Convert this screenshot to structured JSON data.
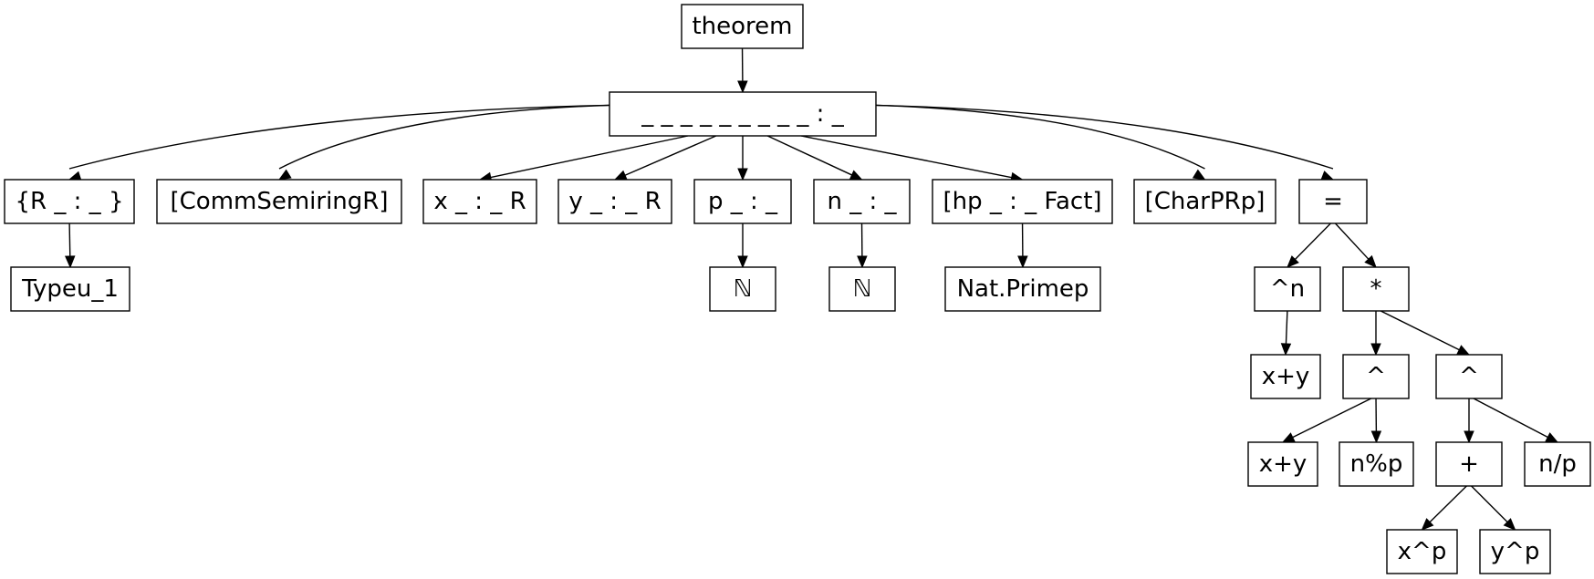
{
  "diagram": {
    "type": "tree",
    "nodes": [
      {
        "id": "theorem",
        "label": "theorem"
      },
      {
        "id": "binder",
        "label": "_ _ _ _ _ _ _ _ _ : _"
      },
      {
        "id": "R",
        "label": "{R _ : _ }"
      },
      {
        "id": "comm",
        "label": "[CommSemiringR]"
      },
      {
        "id": "x",
        "label": "x _ : _ R"
      },
      {
        "id": "y",
        "label": "y _ : _ R"
      },
      {
        "id": "p",
        "label": "p _ : _"
      },
      {
        "id": "n",
        "label": "n _ : _"
      },
      {
        "id": "hp",
        "label": "[hp _ : _ Fact]"
      },
      {
        "id": "charp",
        "label": "[CharPRp]"
      },
      {
        "id": "eq",
        "label": "="
      },
      {
        "id": "typeu",
        "label": "Typeu_1"
      },
      {
        "id": "natp",
        "label": "ℕ"
      },
      {
        "id": "natn",
        "label": "ℕ"
      },
      {
        "id": "prime",
        "label": "Nat.Primep"
      },
      {
        "id": "pown",
        "label": "^n"
      },
      {
        "id": "mul",
        "label": "*"
      },
      {
        "id": "xy1",
        "label": "x+y"
      },
      {
        "id": "pow1",
        "label": "^"
      },
      {
        "id": "pow2",
        "label": "^"
      },
      {
        "id": "xy2",
        "label": "x+y"
      },
      {
        "id": "nmodp",
        "label": "n%p"
      },
      {
        "id": "plus",
        "label": "+"
      },
      {
        "id": "ndivp",
        "label": "n/p"
      },
      {
        "id": "xp",
        "label": "x^p"
      },
      {
        "id": "yp",
        "label": "y^p"
      }
    ],
    "edges": [
      [
        "theorem",
        "binder"
      ],
      [
        "binder",
        "R"
      ],
      [
        "binder",
        "comm"
      ],
      [
        "binder",
        "x"
      ],
      [
        "binder",
        "y"
      ],
      [
        "binder",
        "p"
      ],
      [
        "binder",
        "n"
      ],
      [
        "binder",
        "hp"
      ],
      [
        "binder",
        "charp"
      ],
      [
        "binder",
        "eq"
      ],
      [
        "R",
        "typeu"
      ],
      [
        "p",
        "natp"
      ],
      [
        "n",
        "natn"
      ],
      [
        "hp",
        "prime"
      ],
      [
        "eq",
        "pown"
      ],
      [
        "eq",
        "mul"
      ],
      [
        "pown",
        "xy1"
      ],
      [
        "mul",
        "pow1"
      ],
      [
        "mul",
        "pow2"
      ],
      [
        "pow1",
        "xy2"
      ],
      [
        "pow1",
        "nmodp"
      ],
      [
        "pow2",
        "plus"
      ],
      [
        "pow2",
        "ndivp"
      ],
      [
        "plus",
        "xp"
      ],
      [
        "plus",
        "yp"
      ]
    ]
  }
}
